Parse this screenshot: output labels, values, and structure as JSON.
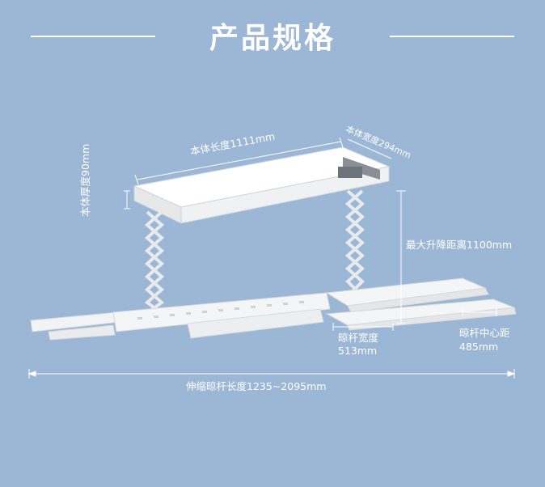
{
  "page": {
    "title": "产品规格"
  },
  "specs": {
    "body_length": "本体长度1111mm",
    "body_width": "本体宽度294mm",
    "body_thickness": "本体厚度90mm",
    "max_lift": "最大升降距离1100mm",
    "rod_width_label": "晾杆宽度",
    "rod_width_value": "513mm",
    "rod_center_label": "晾杆中心距",
    "rod_center_value": "485mm",
    "telescopic_length": "伸缩晾杆长度1235~2095mm"
  },
  "colors": {
    "background": "#9cb6d6",
    "text": "#ffffff",
    "product": "#f1f2f3"
  }
}
